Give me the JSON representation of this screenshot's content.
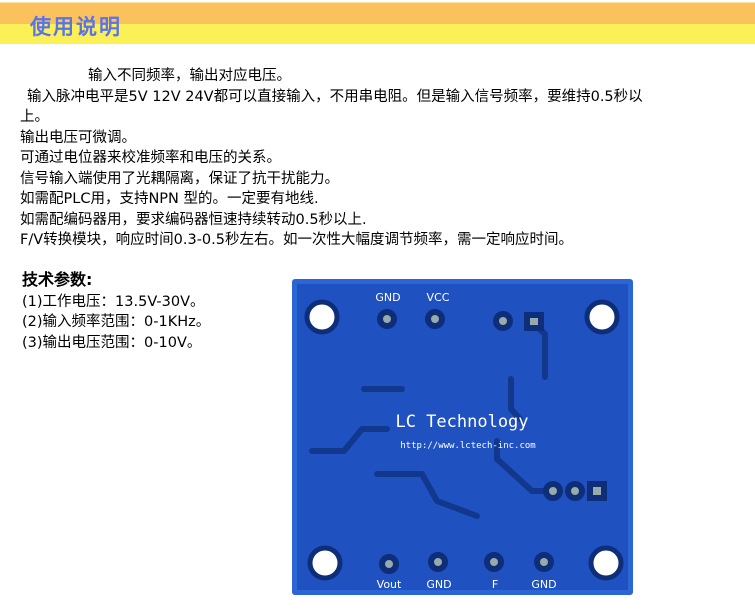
{
  "header": {
    "title": "使用说明"
  },
  "description": [
    "输入不同频率，输出对应电压。",
    "输入脉冲电平是5V 12V 24V都可以直接输入，不用串电阻。但是输入信号频率，要维持0.5秒以",
    "上。",
    "输出电压可微调。",
    "可通过电位器来校准频率和电压的关系。",
    "信号输入端使用了光耦隔离，保证了抗干扰能力。",
    "如需配PLC用，支持NPN 型的。一定要有地线.",
    "如需配编码器用，要求编码器恒速持续转动0.5秒以上.",
    "F/V转换模块，响应时间0.3-0.5秒左右。如一次性大幅度调节频率，需一定响应时间。"
  ],
  "params": {
    "title": "技术参数:",
    "items": [
      "(1)工作电压：13.5V-30V。",
      "(2)输入频率范围：0-1KHz。",
      "(3)输出电压范围：0-10V。"
    ]
  },
  "pcb": {
    "brand": "LC Technology",
    "url": "http://www.lctech-inc.com",
    "top_pins": [
      "GND",
      "VCC"
    ],
    "bottom_pins": [
      "Vout",
      "GND",
      "F",
      "GND"
    ],
    "board_color": "#1f52c0"
  }
}
